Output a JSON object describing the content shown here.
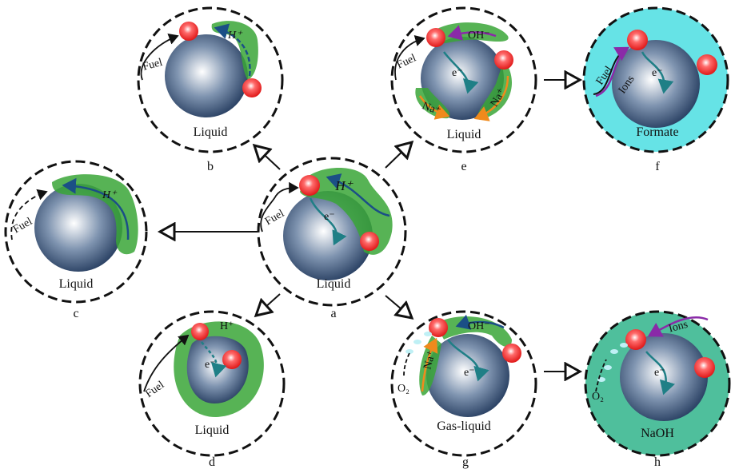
{
  "panels": {
    "a": {
      "letter": "a",
      "phase": "Liquid",
      "fuel": "Fuel",
      "ion": "H⁺",
      "electron": "e⁻"
    },
    "b": {
      "letter": "b",
      "phase": "Liquid",
      "fuel": "Fuel",
      "ion": "H⁺"
    },
    "c": {
      "letter": "c",
      "phase": "Liquid",
      "fuel": "Fuel",
      "ion": "H⁺"
    },
    "d": {
      "letter": "d",
      "phase": "Liquid",
      "fuel": "Fuel",
      "ion": "H⁺",
      "electron": "e⁻"
    },
    "e": {
      "letter": "e",
      "phase": "Liquid",
      "fuel": "Fuel",
      "ion": "OH⁻",
      "electron": "e⁻",
      "cation1": "Na⁺",
      "cation2": "Na⁺"
    },
    "f": {
      "letter": "f",
      "phase": "Formate",
      "fuel": "Fuel",
      "ions": "Ions",
      "electron": "e⁻"
    },
    "g": {
      "letter": "g",
      "phase": "Gas-liquid",
      "gas": "O₂",
      "ion": "OH⁻",
      "cation": "Na⁺",
      "electron": "e⁻"
    },
    "h": {
      "letter": "h",
      "phase": "NaOH",
      "gas": "O₂",
      "ions": "Ions",
      "electron": "e⁻"
    }
  },
  "colors": {
    "formate_bg": "#66e3e6",
    "naoh_bg": "#4fbf9c",
    "ionomer": "#3aa637",
    "catalyst": "#ff3b3b"
  }
}
